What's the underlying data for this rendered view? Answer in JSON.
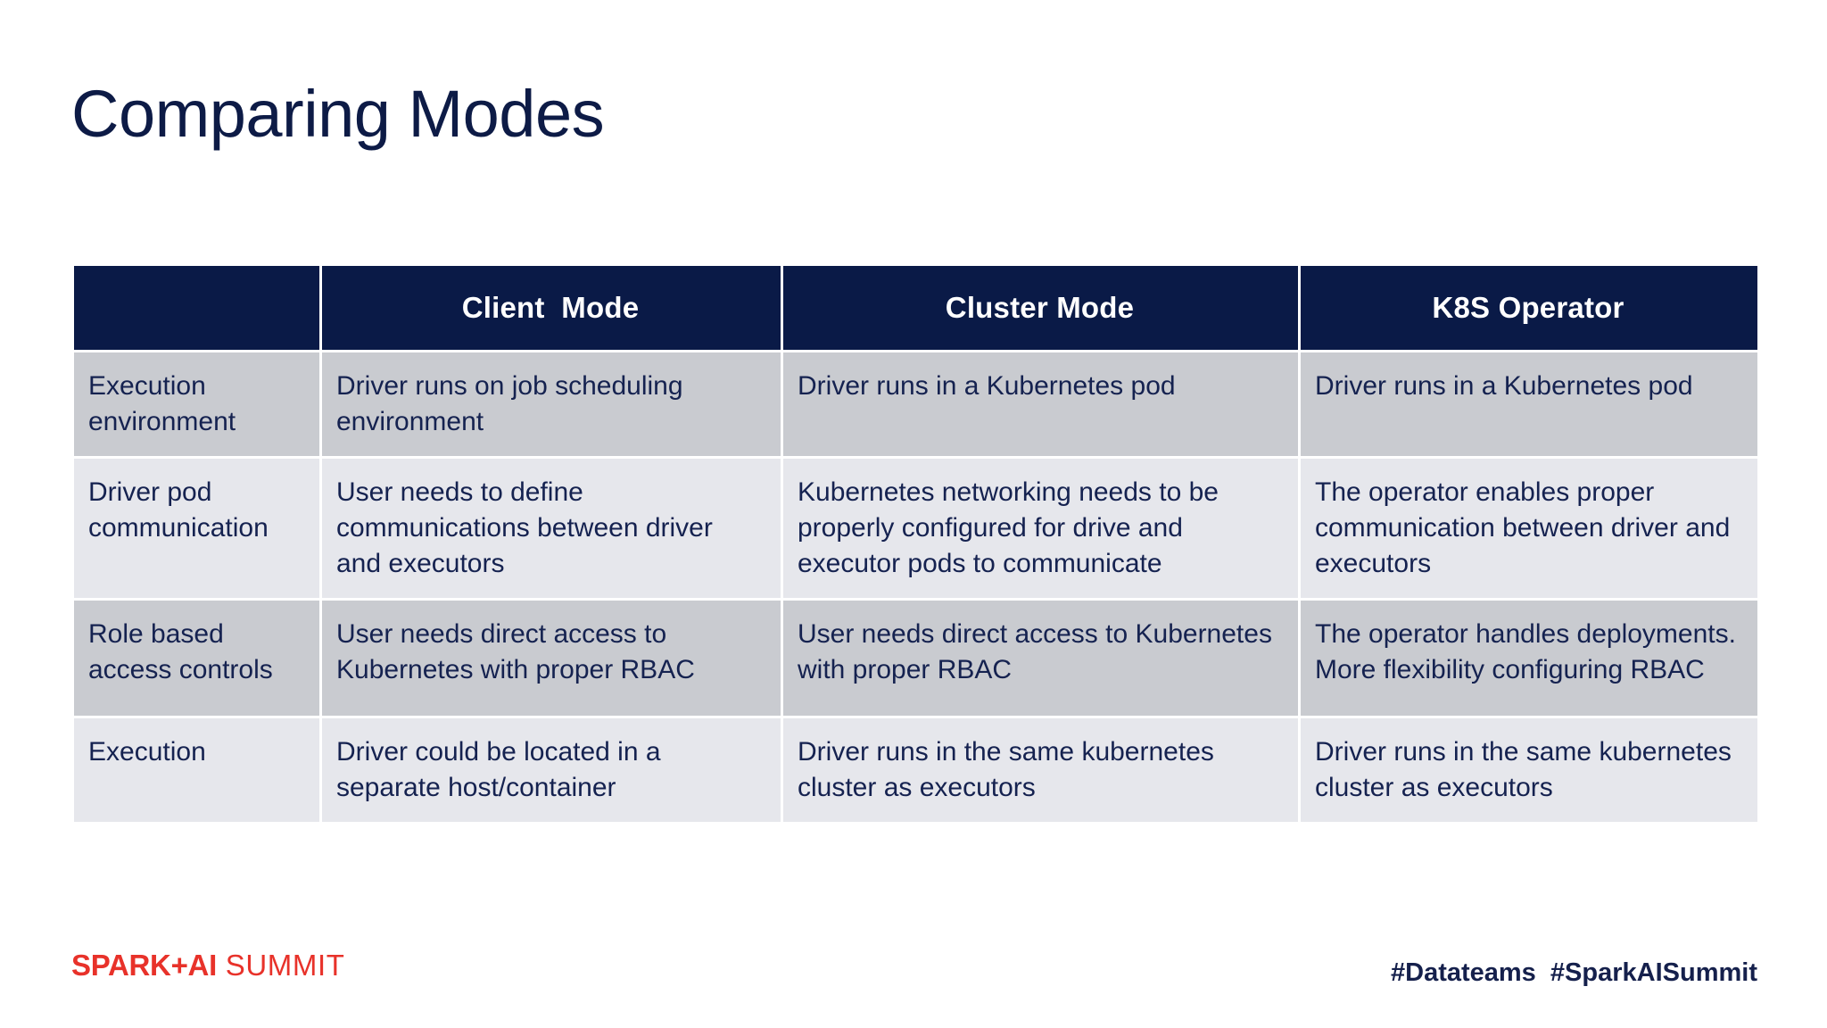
{
  "slide": {
    "title": "Comparing Modes",
    "colors": {
      "title_navy": "#0d1b46",
      "header_navy": "#0a1a47",
      "row_dark": "#c9cbd0",
      "row_light": "#e6e7ec",
      "body_text": "#152250",
      "brand_red": "#e8322a",
      "background": "#ffffff"
    }
  },
  "table": {
    "headers": [
      "",
      "Client  Mode",
      "Cluster Mode",
      "K8S Operator"
    ],
    "rows": [
      {
        "label": "Execution environment",
        "client": "Driver runs on job scheduling environment",
        "cluster": "Driver runs in a Kubernetes pod",
        "operator": "Driver runs in a Kubernetes pod"
      },
      {
        "label": "Driver pod communication",
        "client": "User needs to define communications between driver and executors",
        "cluster": "Kubernetes networking needs to be properly configured for drive and executor pods to communicate",
        "operator": "The operator enables proper communication between driver and executors"
      },
      {
        "label": "Role based access controls",
        "client": "User needs direct access to Kubernetes with proper RBAC",
        "cluster": "User needs direct access to Kubernetes with proper RBAC",
        "operator": "The operator handles deployments. More flexibility configuring RBAC"
      },
      {
        "label": "Execution",
        "client": "Driver could be located in a separate host/container",
        "cluster": "Driver runs in the same kubernetes cluster as executors",
        "operator": "Driver runs in the same kubernetes cluster as executors"
      }
    ]
  },
  "footer": {
    "logo_bold": "SPARK+AI",
    "logo_light": " SUMMIT",
    "hashtags": "#Datateams  #SparkAISummit"
  }
}
